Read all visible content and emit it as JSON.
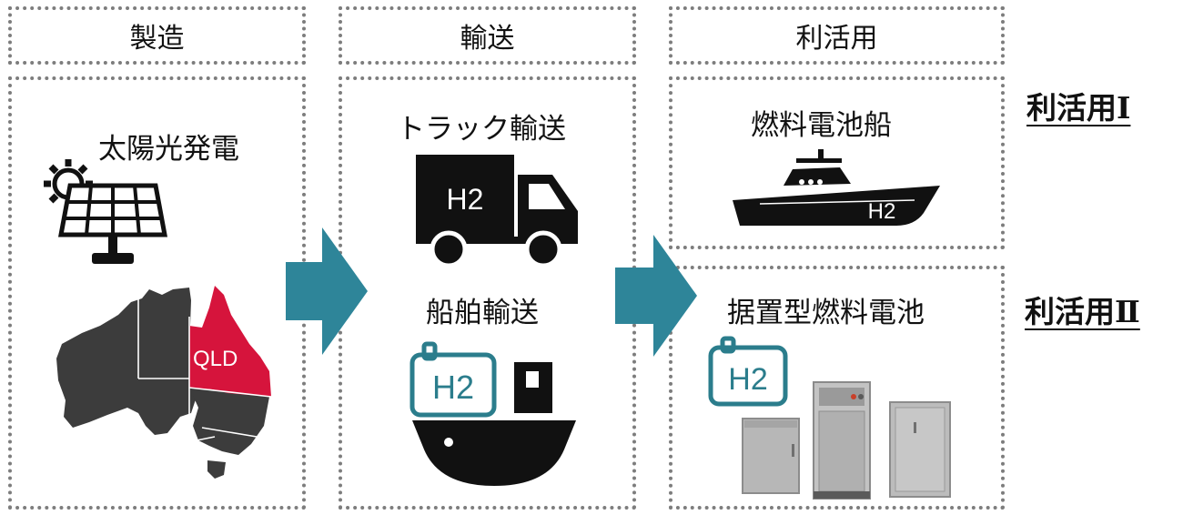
{
  "headers": {
    "production": "製造",
    "transport": "輸送",
    "utilization": "利活用"
  },
  "production": {
    "solar_label": "太陽光発電",
    "region_label": "QLD",
    "icons": [
      "solar-panel-icon",
      "australia-map-icon"
    ]
  },
  "transport": {
    "truck_label": "トラック輸送",
    "truck_badge": "H2",
    "ship_label": "船舶輸送",
    "ship_badge": "H2",
    "icons": [
      "truck-icon",
      "cargo-ship-icon",
      "hydrogen-container-icon"
    ]
  },
  "utilization": {
    "fuel_cell_ship_label": "燃料電池船",
    "fuel_cell_ship_badge": "H2",
    "stationary_label": "据置型燃料電池",
    "stationary_badge": "H2",
    "icons": [
      "fuel-cell-ship-icon",
      "fuel-cell-unit-icon"
    ]
  },
  "side_labels": {
    "use_1": "利活用Ⅰ",
    "use_2": "利活用Ⅱ"
  },
  "colors": {
    "arrow": "#2e8599",
    "qld_highlight": "#d6143c",
    "map": "#3c3c3c",
    "h2_teal": "#2b7d8c",
    "border": "#7d7d7d"
  }
}
